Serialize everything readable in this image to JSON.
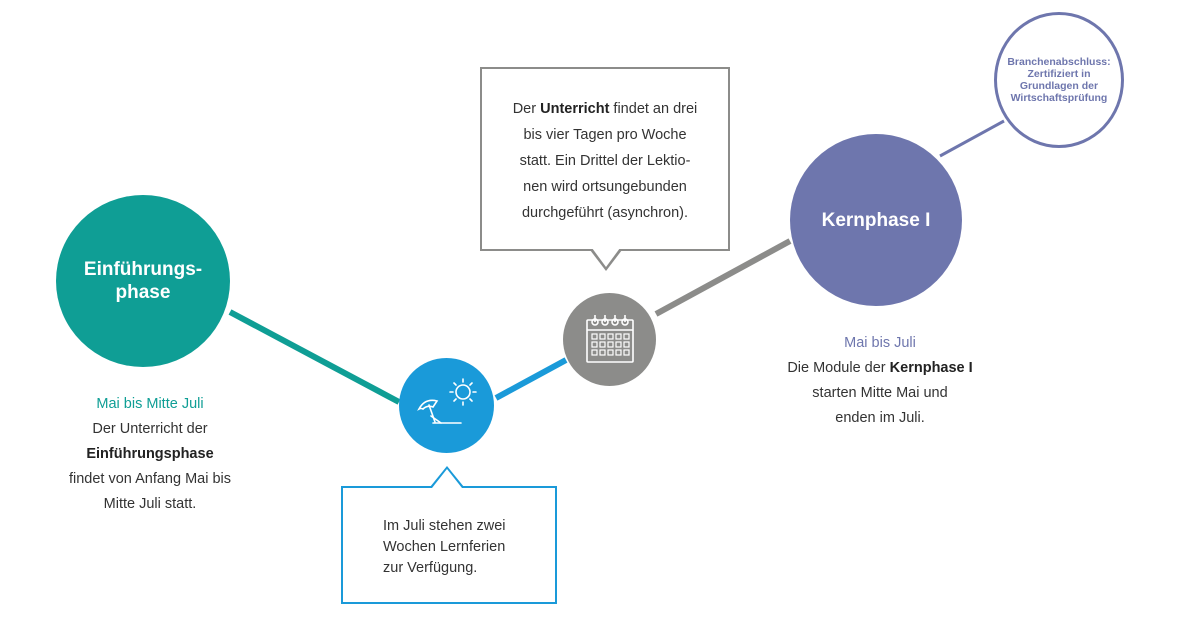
{
  "phases": {
    "einfuehrung": {
      "title_line1": "Einführungs-",
      "title_line2": "phase",
      "period": "Mai bis Mitte Juli",
      "desc_line1": "Der Unterricht der",
      "desc_bold": "Einführungsphase",
      "desc_line3": "findet von Anfang  Mai bis",
      "desc_line4": "Mitte Juli  statt.",
      "color": "#0f9e95"
    },
    "kern": {
      "title": "Kernphase I",
      "period": "Mai bis Juli",
      "desc_pre": "Die Module der ",
      "desc_bold": "Kernphase I",
      "desc_line2": "starten Mitte Mai und",
      "desc_line3": "enden im Juli.",
      "color": "#6e76ad"
    }
  },
  "holiday": {
    "icon": "beach-umbrella-sun-icon",
    "color": "#1a9ad9",
    "bubble_line1": "Im Juli stehen zwei",
    "bubble_line2": "Wochen Lernferien",
    "bubble_line3": "zur Verfügung."
  },
  "calendar": {
    "icon": "calendar-icon",
    "color": "#8c8c8a",
    "bubble_pre": "Der ",
    "bubble_bold": "Unterricht",
    "bubble_post": " findet an drei",
    "bubble_line2": "bis vier Tagen pro Woche",
    "bubble_line3": "statt. Ein Drittel der Lektio-",
    "bubble_line4": "nen wird ortsungebunden",
    "bubble_line5": "durchgeführt (asynchron)."
  },
  "branchenabschluss": {
    "line1": "Branchenabschluss:",
    "line2": "Zertifiziert in",
    "line3": "Grundlagen der",
    "line4": "Wirtschaftsprüfung"
  }
}
